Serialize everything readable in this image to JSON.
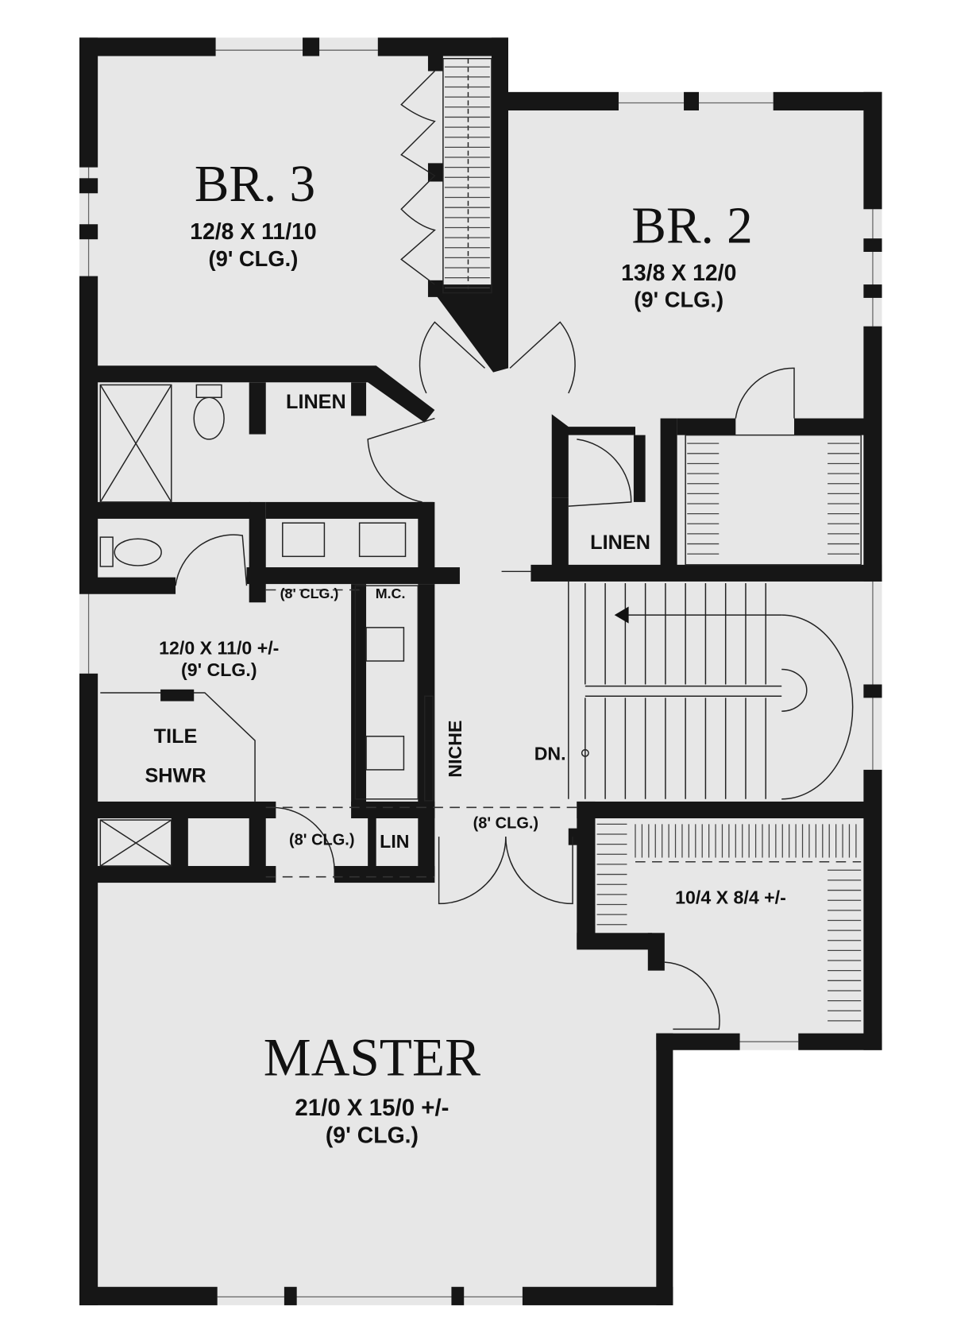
{
  "rooms": {
    "br3": {
      "name": "BR. 3",
      "size": "12/8 X 11/10",
      "ceiling": "(9' CLG.)"
    },
    "br2": {
      "name": "BR. 2",
      "size": "13/8 X 12/0",
      "ceiling": "(9' CLG.)"
    },
    "master": {
      "name": "MASTER",
      "size": "21/0 X 15/0 +/-",
      "ceiling": "(9' CLG.)"
    },
    "master_bath": {
      "size": "12/0 X 11/0 +/-",
      "ceiling": "(9' CLG.)"
    },
    "walk_in_closet": {
      "size": "10/4 X 8/4 +/-"
    }
  },
  "labels": {
    "linen_1": "LINEN",
    "linen_2": "LINEN",
    "mc_ceiling": "(8' CLG.)",
    "mc": "M.C.",
    "tile": "TILE",
    "shwr": "SHWR",
    "niche": "NICHE",
    "dn": "DN.",
    "hall_ceiling_left": "(8' CLG.)",
    "lin": "LIN",
    "hall_ceiling_right": "(8' CLG.)"
  }
}
